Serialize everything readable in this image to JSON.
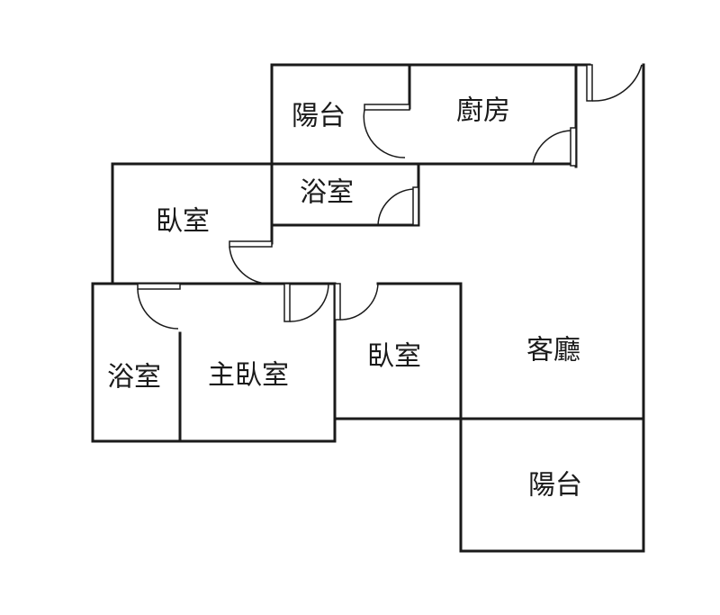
{
  "rooms": {
    "balcony_top": "陽台",
    "kitchen": "廚房",
    "bath_upper": "浴室",
    "bedroom_upper": "臥室",
    "bath_lower": "浴室",
    "master_bedroom": "主臥室",
    "bedroom_middle": "臥室",
    "living_room": "客廳",
    "balcony_bottom": "陽台"
  }
}
